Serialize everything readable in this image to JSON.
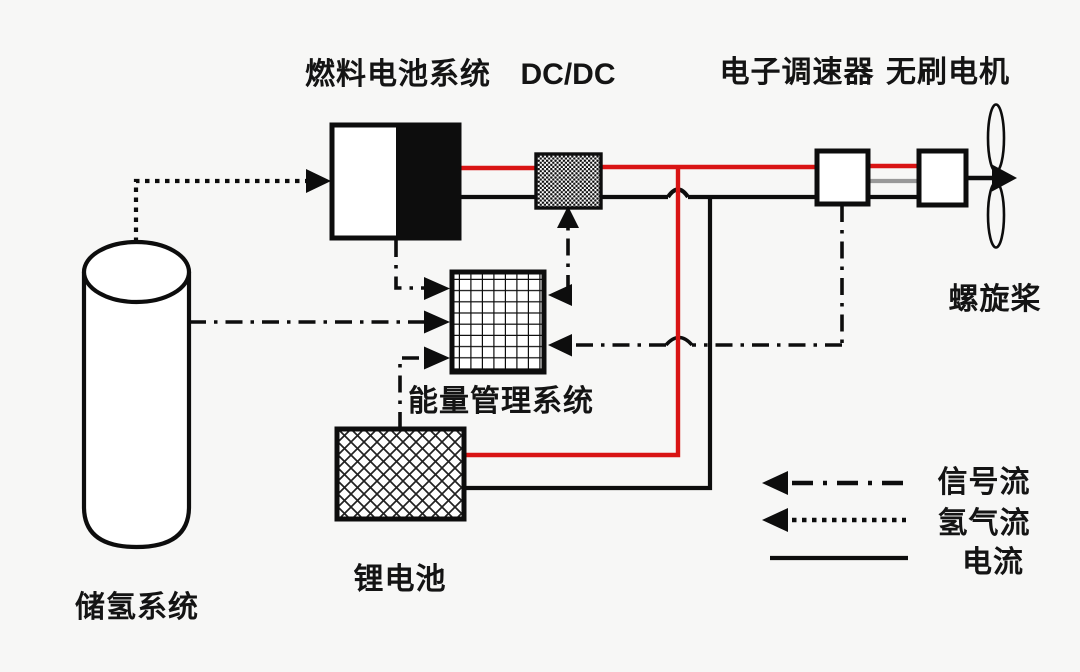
{
  "diagram": {
    "type": "system-block-diagram",
    "nodes": {
      "fuel_cell": {
        "label": "燃料电池系统",
        "style": "half-white-half-black-rect"
      },
      "dcdc": {
        "label": "DC/DC",
        "style": "stipple-rect"
      },
      "esc": {
        "label": "电子调速器",
        "style": "white-rect"
      },
      "motor": {
        "label": "无刷电机",
        "style": "white-rect"
      },
      "propeller": {
        "label": "螺旋桨",
        "style": "two-blade-ellipses"
      },
      "ems": {
        "label": "能量管理系统",
        "style": "grid-rect"
      },
      "battery": {
        "label": "锂电池",
        "style": "crosshatch-rect"
      },
      "hydrogen_tank": {
        "label": "储氢系统",
        "style": "cylinder"
      }
    },
    "legend": [
      {
        "label": "信号流",
        "line_style": "dash-dot",
        "arrow": true
      },
      {
        "label": "氢气流",
        "line_style": "dotted",
        "arrow": true
      },
      {
        "label": "电流",
        "line_style": "solid",
        "arrow": false
      }
    ],
    "edges": [
      {
        "from": "hydrogen_tank",
        "to": "fuel_cell",
        "flow": "dotted-hydrogen"
      },
      {
        "from": "fuel_cell",
        "to": "dcdc",
        "flow": "current-red-black"
      },
      {
        "from": "dcdc",
        "to": "esc",
        "flow": "current-red-black"
      },
      {
        "from": "battery",
        "to": "bus",
        "flow": "current-red-black"
      },
      {
        "from": "esc",
        "to": "motor",
        "flow": "current-red-gray-black"
      },
      {
        "from": "motor",
        "to": "propeller",
        "flow": "solid-shaft-arrow"
      },
      {
        "from": "fuel_cell",
        "to": "ems",
        "flow": "dash-dot-signal"
      },
      {
        "from": "hydrogen_tank",
        "to": "ems",
        "flow": "dash-dot-signal"
      },
      {
        "from": "battery",
        "to": "ems",
        "flow": "dash-dot-signal"
      },
      {
        "from": "ems",
        "to": "dcdc",
        "flow": "dash-dot-signal"
      },
      {
        "from": "esc",
        "to": "ems",
        "flow": "dash-dot-signal"
      }
    ],
    "colors": {
      "positive_wire": "#d91414",
      "negative_wire": "#0d0d0d",
      "shaft_wire": "#999999",
      "background": "#f7f7f6"
    }
  }
}
